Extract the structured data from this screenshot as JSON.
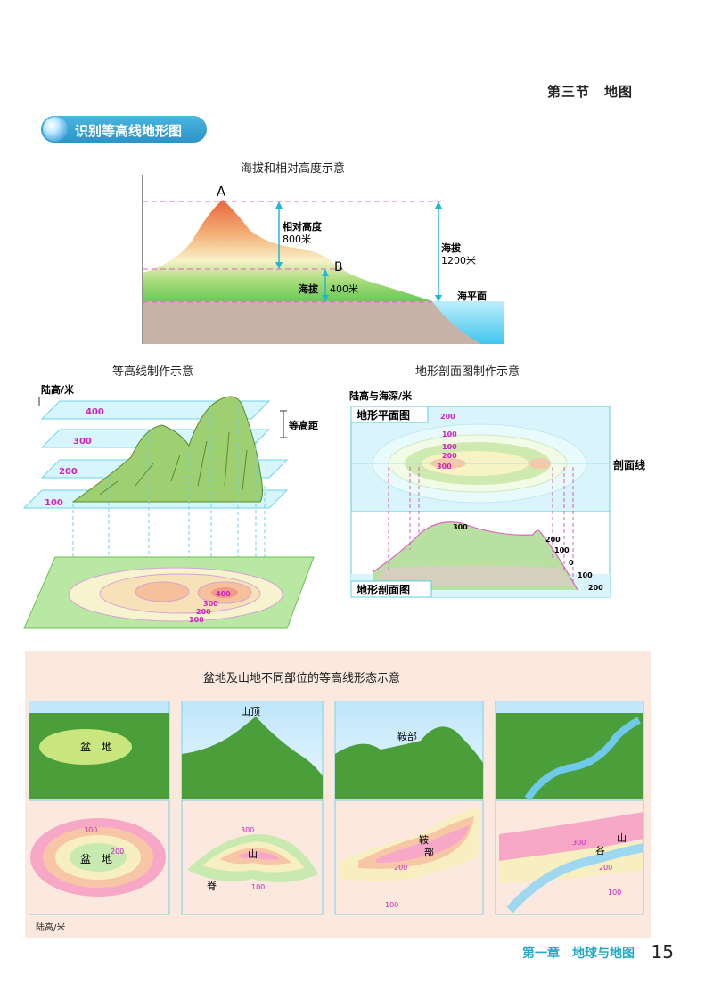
{
  "header": {
    "section": "第三节　地图"
  },
  "badge": {
    "label": "识别等高线地形图"
  },
  "fig1": {
    "title": "海拔和相对高度示意",
    "point_a": "A",
    "point_b": "B",
    "rel_height_label": "相对高度",
    "rel_height_value": "800米",
    "alt_label_big": "海拔",
    "alt_value_big": "1200米",
    "alt_label_small": "海拔",
    "alt_value_small": "400米",
    "sea_level": "海平面"
  },
  "fig2": {
    "title": "等高线制作示意",
    "axis_label": "陆高/米",
    "levels": [
      "400",
      "300",
      "200",
      "100"
    ],
    "interval_label": "等高距",
    "map_labels": [
      "400",
      "300",
      "200",
      "100"
    ]
  },
  "fig3": {
    "title": "地形剖面图制作示意",
    "axis_label": "陆高与海深/米",
    "plan_label": "地形平面图",
    "section_label": "地形剖面图",
    "cut_line_label": "剖面线",
    "plan_values": [
      "200",
      "100",
      "100",
      "200",
      "300"
    ],
    "profile_values": [
      "300",
      "200",
      "100",
      "0",
      "100",
      "200"
    ]
  },
  "panel": {
    "title": "盆地及山地不同部位的等高线形态示意",
    "axis_label": "陆高/米",
    "scenes": [
      {
        "label": "盆　地",
        "map_label": "盆　地",
        "map_values": [
          "300",
          "200"
        ]
      },
      {
        "label": "山顶",
        "map_label": "山",
        "map_label2": "脊",
        "map_values": [
          "300",
          "100"
        ]
      },
      {
        "label": "鞍部",
        "map_label": "鞍",
        "map_label2": "部",
        "map_values": [
          "200",
          "100"
        ]
      },
      {
        "label": "",
        "map_label": "山",
        "map_label2": "谷",
        "map_values": [
          "300",
          "200",
          "100"
        ]
      }
    ]
  },
  "footer": {
    "chapter": "第一章　地球与地图",
    "page": "15"
  }
}
